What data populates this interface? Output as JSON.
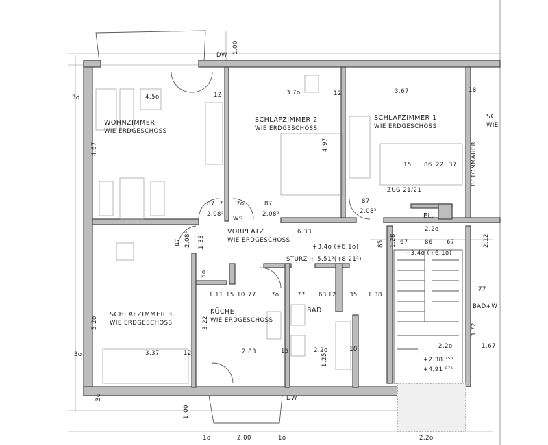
{
  "rooms": {
    "wohnzimmer": {
      "name": "WOHNZIMMER",
      "note": "WIE ERDGESCHOSS"
    },
    "schlafzimmer2": {
      "name": "SCHLAFZIMMER 2",
      "note": "WIE ERDGESCHOSS"
    },
    "schlafzimmer1": {
      "name": "SCHLAFZIMMER 1",
      "note": "WIE ERDGESCHOSS"
    },
    "schlafzimmer_right": {
      "name": "SC",
      "note": "WIE"
    },
    "vorplatz": {
      "name": "VORPLATZ",
      "note": "WIE ERDGESCHOSS"
    },
    "schlafzimmer3": {
      "name": "SCHLAFZIMMER 3",
      "note": "WIE ERDGESCHOSS"
    },
    "kueche": {
      "name": "KÜCHE",
      "note": "WIE ERDGESCHOSS"
    },
    "bad": {
      "name": "BAD"
    },
    "el": {
      "name": "EL."
    },
    "bad_right": {
      "name": "BAD+W"
    }
  },
  "labels": {
    "betonmauer": "BETONMAUER",
    "zug": "ZUG 21/21",
    "sturz": "STURZ + 5.51⁵(+8.21⁵)",
    "level": "+3.4o (+6.1o)",
    "level_stair": "+3.4o (+6.1o)",
    "stair_a": "+2.38 ²⁵⁰",
    "stair_b": "+4.91 ⁸⁷⁵",
    "dw_top": "DW",
    "dw_bottom": "DW",
    "ws": "WS"
  },
  "dimensions": {
    "w_width": "4.5o",
    "w_height": "4.67",
    "w_3o_top": "3o",
    "w_12": "12",
    "s2_width": "3.7o",
    "s2_height": "4.97",
    "s2_12": "12",
    "s1_width": "3.67",
    "s1_18": "18",
    "s1_15": "15",
    "s1_86": "86",
    "s1_22": "22",
    "s1_37": "37",
    "door_87a": "87",
    "door_7": "7",
    "door_208a": "2.08⁵",
    "door_7o": "7o",
    "door_87b": "87",
    "door_208b": "2.08⁵",
    "door_87c": "87",
    "door_208c": "2.08⁵",
    "vorplatz_len": "6.33",
    "top_100": "1.00",
    "s3_height": "5.2o",
    "s3_width": "3.37",
    "s3_12": "12",
    "s3_3o": "3o",
    "s3_3o_b": "3o",
    "d_87": "87",
    "d_208": "2.08⁵",
    "d_133": "1.33",
    "d_5o": "5o",
    "k_111": "1.11",
    "k_15": "15",
    "k_10": "10",
    "k_77": "77",
    "k_7o": "7o",
    "k_322": "3.22",
    "k_283": "2.83",
    "b_77": "77",
    "b_63": "63",
    "b_12": "12",
    "b_35": "35",
    "b_138": "1.38",
    "b_22": "2.2o",
    "b_125": "1.25",
    "b_18": "18",
    "b_15": "15",
    "el_22": "2.2o",
    "st_85": "85",
    "st_67a": "67",
    "st_128": "1.28",
    "st_86": "86",
    "st_67b": "67",
    "st_22": "2.2o",
    "r_212": "2.12",
    "r_372": "3.72",
    "r_167": "1.67",
    "r_77": "77",
    "bottom_100": "1.00",
    "bottom_1o": "1o",
    "bottom_2oo": "2.00",
    "bottom_1o_b": "1o",
    "bottom_22": "2.2o"
  }
}
